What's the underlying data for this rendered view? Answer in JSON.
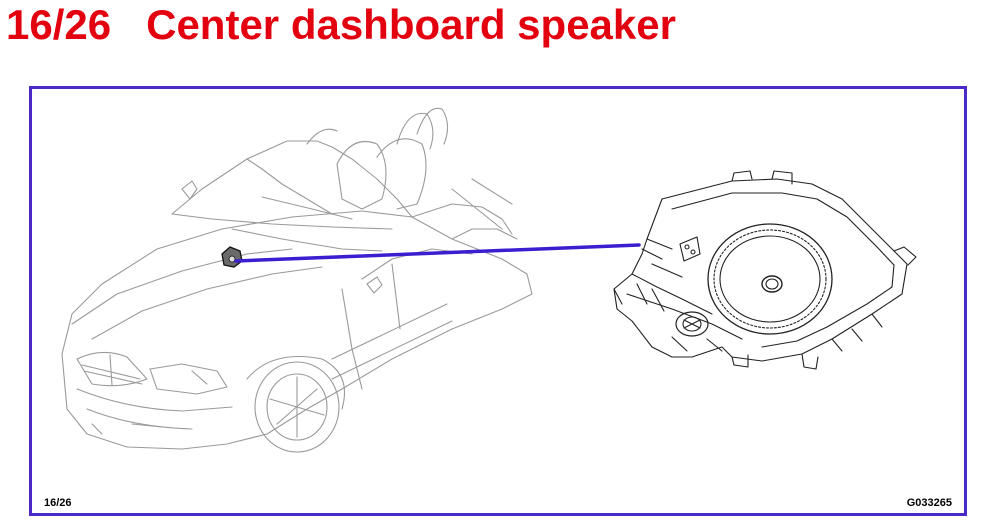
{
  "title": "16/26   Center dashboard speaker",
  "figure": {
    "number_label": "16/26",
    "code_label": "G033265"
  },
  "colors": {
    "title": "#e3000f",
    "frame": "#4b28c8",
    "leader": "#3a1fd0",
    "car_lines": "#9a9a9a",
    "speaker_lines": "#222222"
  },
  "icons": {
    "car": "convertible-car-illustration",
    "speaker": "dashboard-speaker-illustration"
  }
}
